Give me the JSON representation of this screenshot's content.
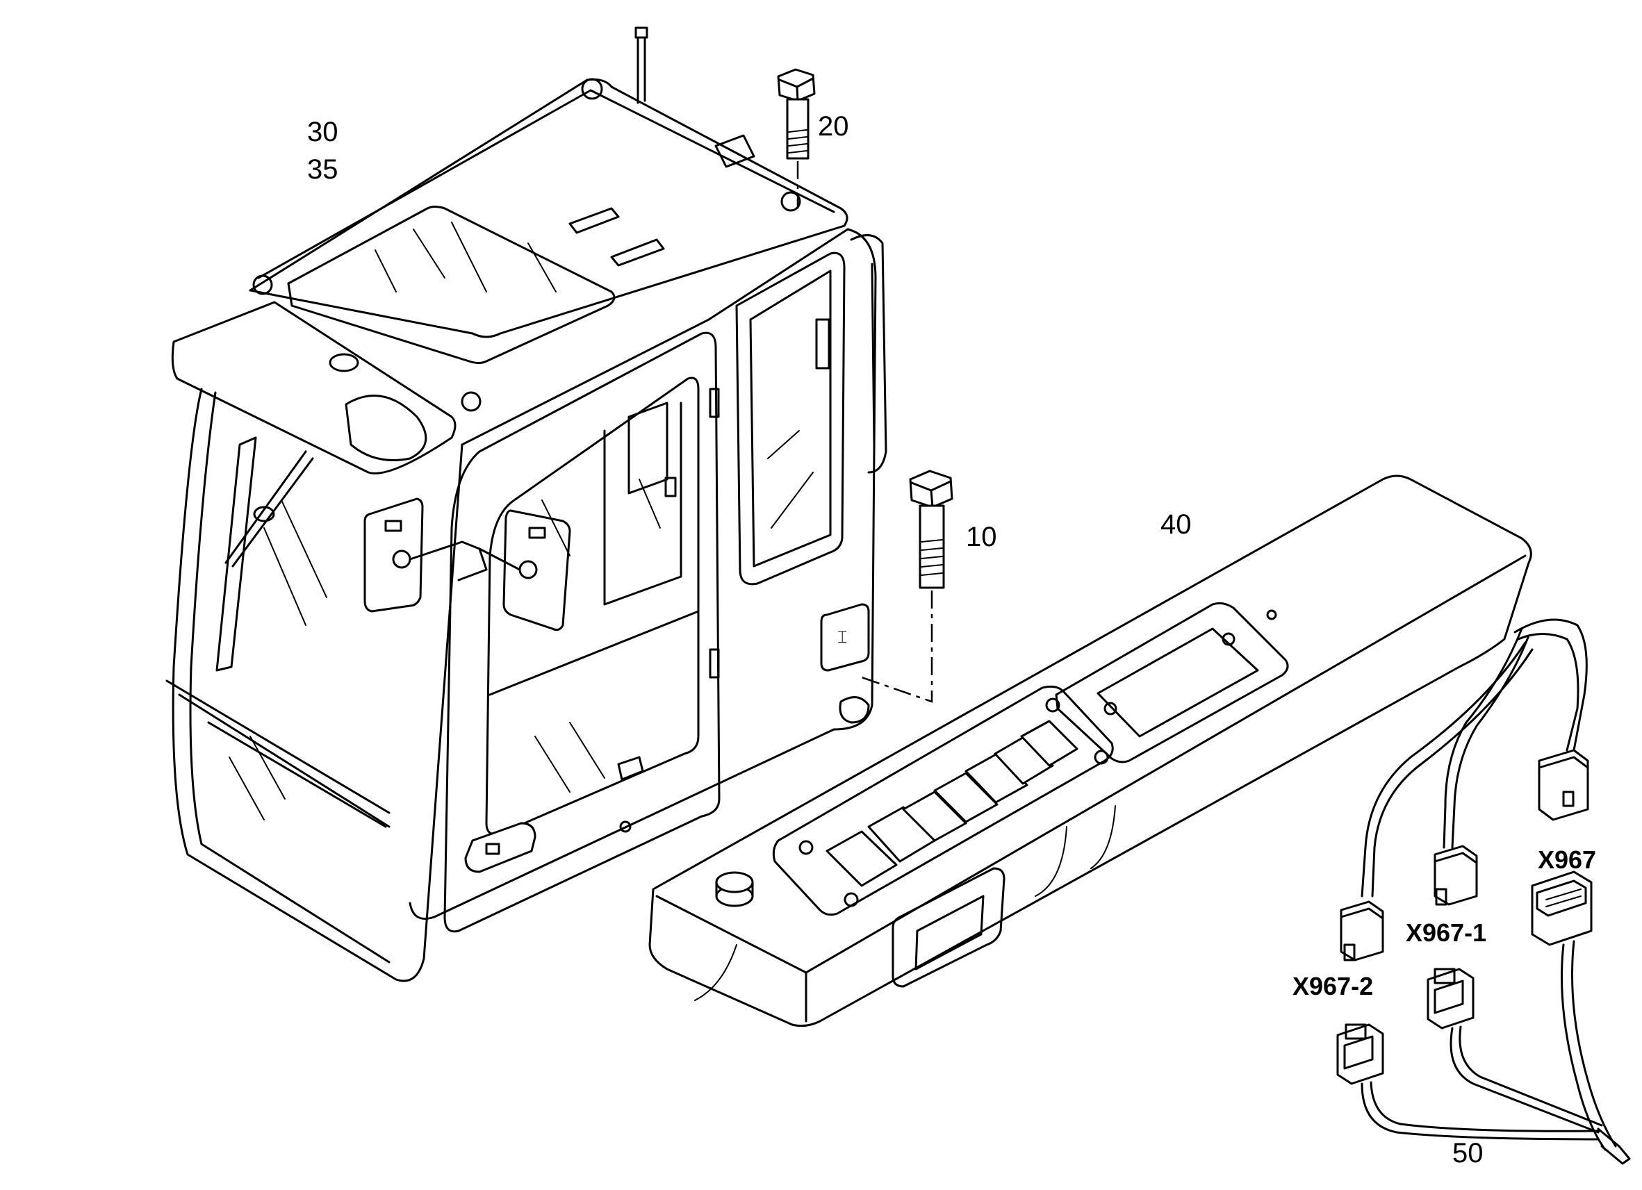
{
  "part_labels": {
    "p30": "30",
    "p35": "35",
    "p20": "20",
    "p10": "10",
    "p40": "40",
    "p50": "50"
  },
  "connector_labels": {
    "x967": "X967",
    "x967_1": "X967-1",
    "x967_2": "X967-2"
  },
  "colors": {
    "ink": "#000000",
    "paper": "#ffffff"
  }
}
